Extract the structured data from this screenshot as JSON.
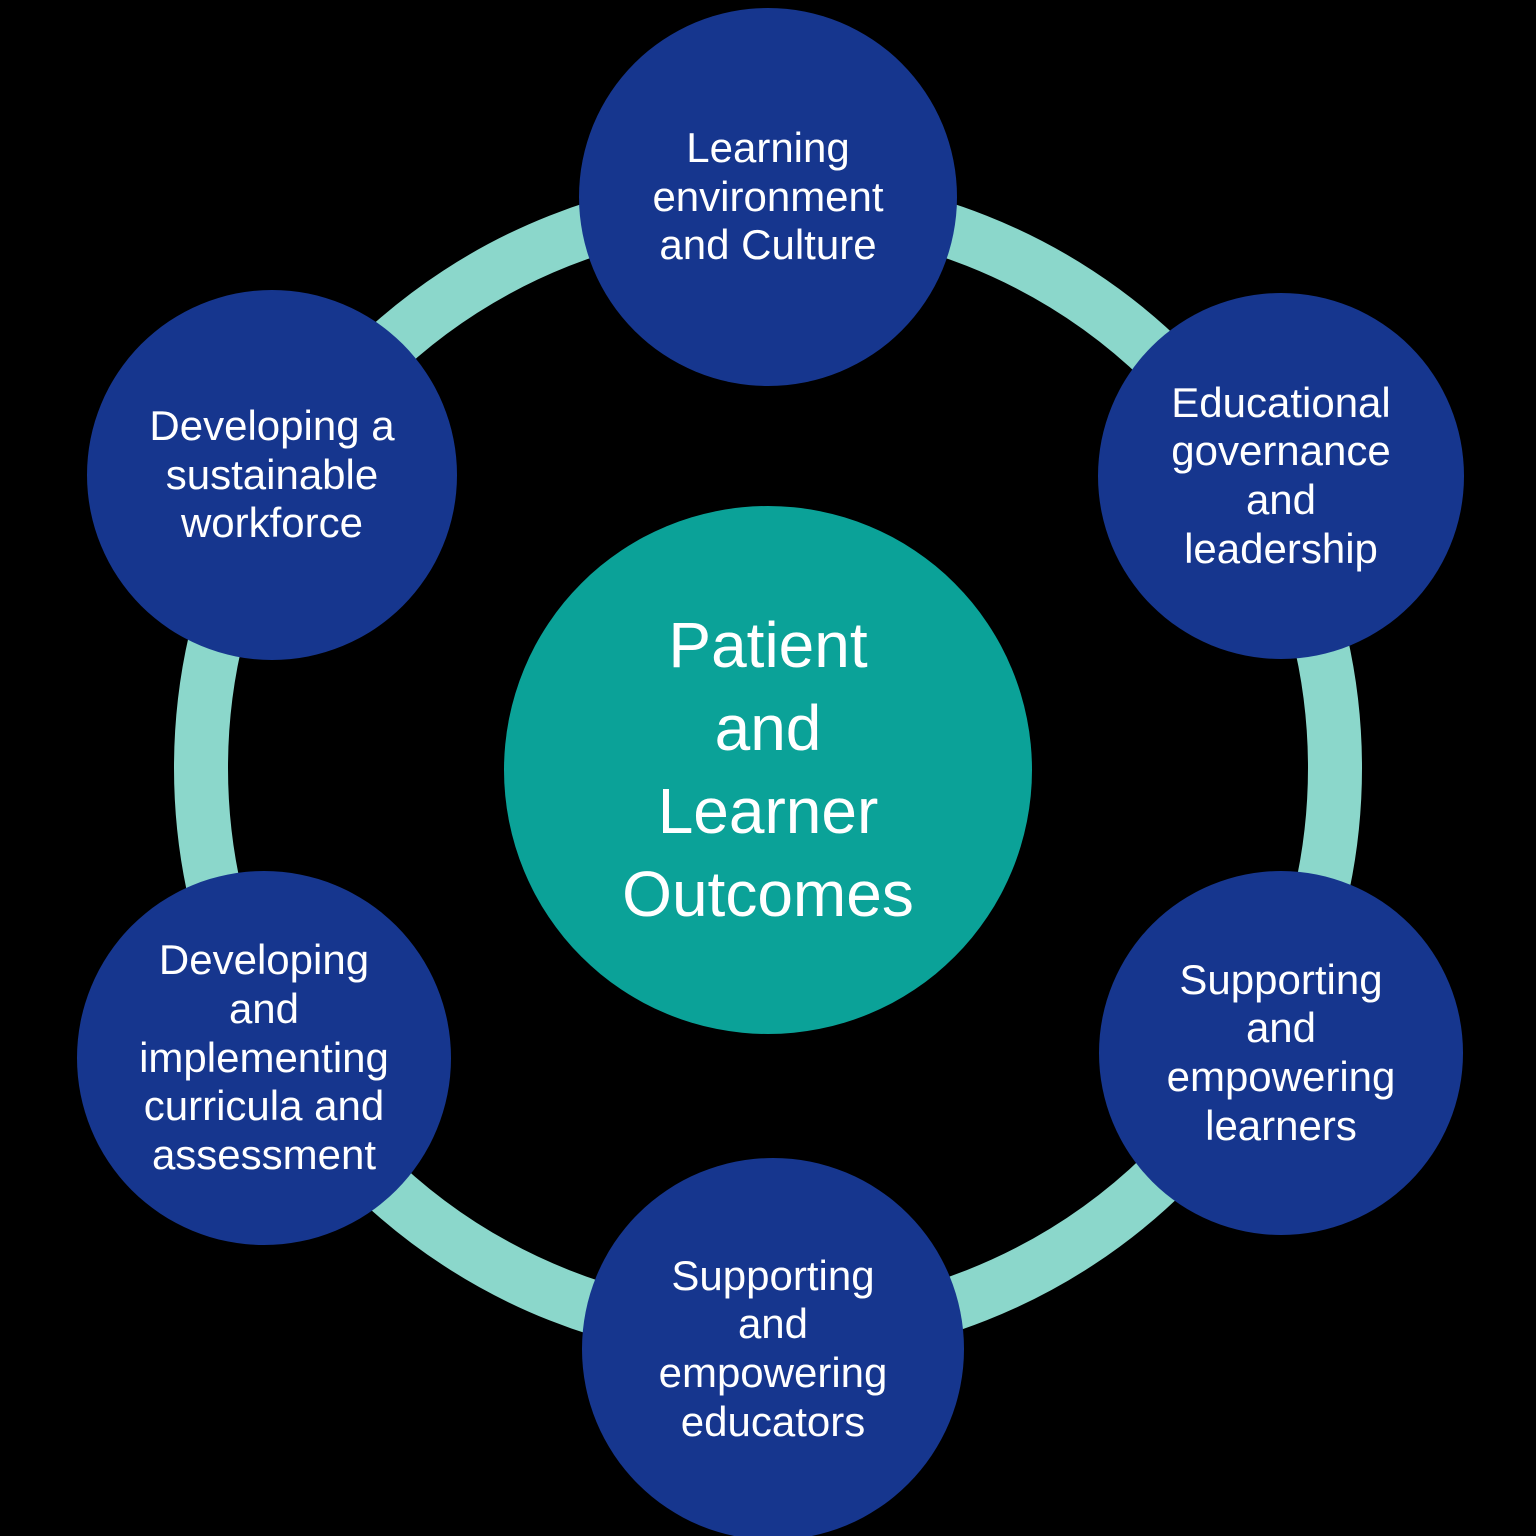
{
  "colors": {
    "node_blue": "#16368E",
    "center_teal": "#0BA298",
    "ring_teal": "#8BD7CB",
    "text_white": "#FFFFFF",
    "background": "#000000"
  },
  "diagram": {
    "center": {
      "label": "Patient\nand\nLearner\nOutcomes"
    },
    "nodes": [
      {
        "id": "learning-environment-and-culture",
        "label": "Learning\nenvironment\nand Culture"
      },
      {
        "id": "educational-governance-and-leadership",
        "label": "Educational\ngovernance\nand\nleadership"
      },
      {
        "id": "supporting-and-empowering-learners",
        "label": "Supporting\nand\nempowering\nlearners"
      },
      {
        "id": "supporting-and-empowering-educators",
        "label": "Supporting\nand\nempowering\neducators"
      },
      {
        "id": "developing-and-implementing-curricula-and-assessment",
        "label": "Developing\nand\nimplementing\ncurricula and\nassessment"
      },
      {
        "id": "developing-a-sustainable-workforce",
        "label": "Developing a\nsustainable\nworkforce"
      }
    ]
  }
}
